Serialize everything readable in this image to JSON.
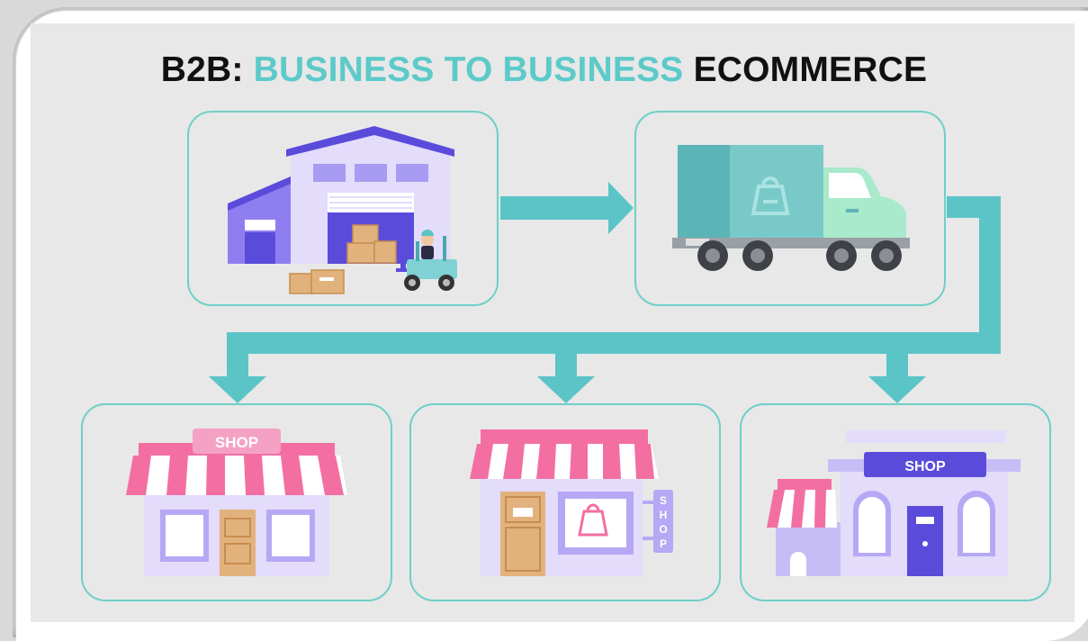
{
  "title": {
    "prefix": "B2B:",
    "highlight": "BUSINESS TO BUSINESS",
    "suffix": "ECOMMERCE"
  },
  "shops": {
    "shop1_sign": "SHOP",
    "shop2_sign": "SHOP",
    "shop3_sign": "SHOP"
  },
  "colors": {
    "accent_teal": "#5bc4c6",
    "box_border": "#6fcfc8",
    "awning_pink": "#f36fa2",
    "building_lavender": "#e3dcfb",
    "warehouse_purple": "#5b4bdb",
    "crate_tan": "#e2b27d"
  }
}
